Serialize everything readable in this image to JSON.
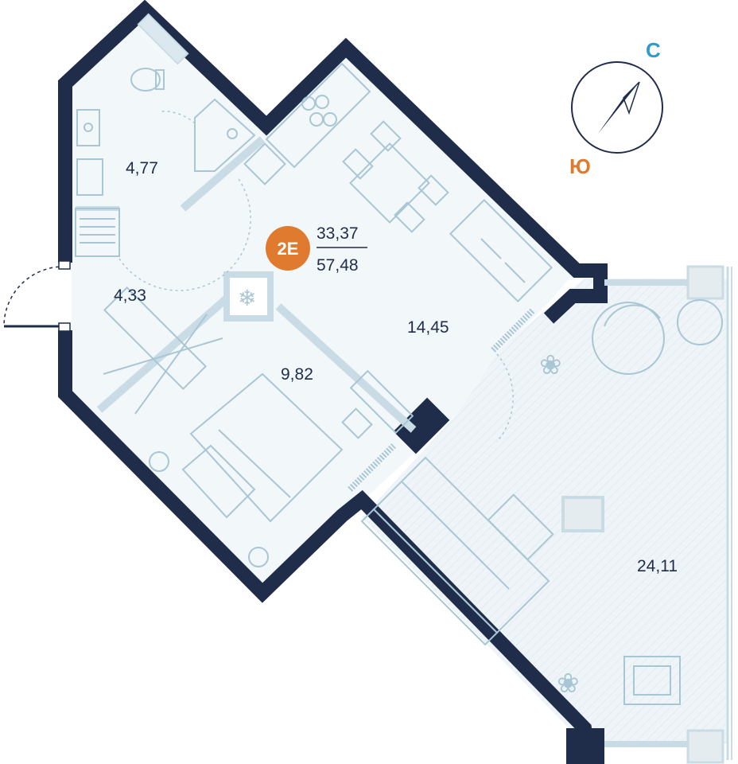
{
  "apartment": {
    "type_badge": "2E",
    "living_area": "33,37",
    "total_area": "57,48"
  },
  "rooms": {
    "bathroom_area": "4,77",
    "hallway_area": "4,33",
    "bedroom_area": "9,82",
    "kitchen_living_area": "14,45",
    "terrace_area": "24,11"
  },
  "compass": {
    "north_label": "С",
    "south_label": "Ю",
    "north_color": "#2e9ad0",
    "south_color": "#e07a2e"
  },
  "colors": {
    "wall": "#1f2d4a",
    "floor": "#f2f7fa",
    "terrace": "#eef4f7",
    "furniture": "#a9c6d4",
    "badge": "#e07a2e"
  }
}
